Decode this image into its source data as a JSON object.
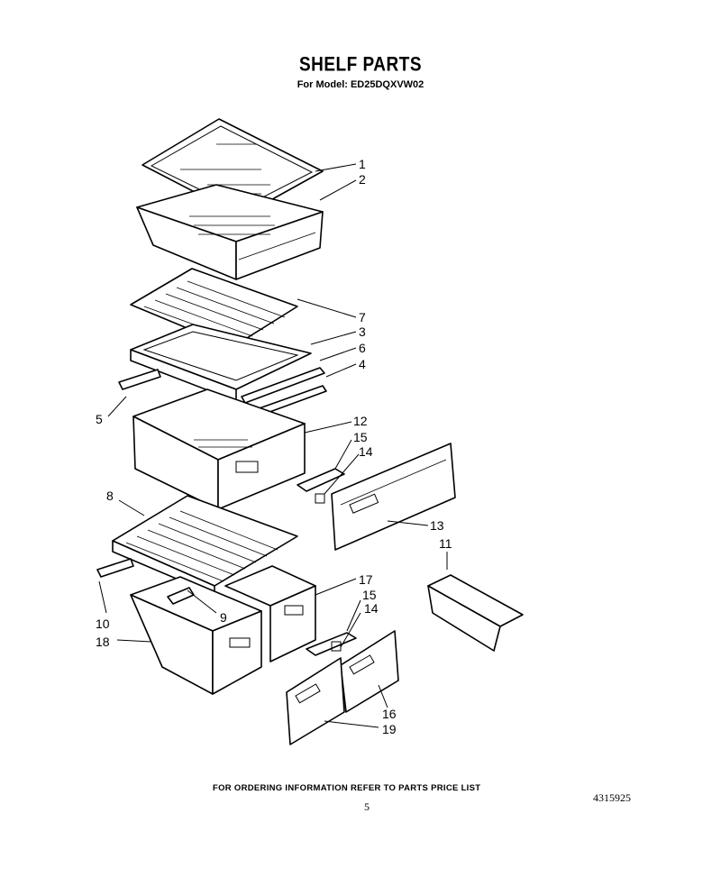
{
  "header": {
    "title": "SHELF PARTS",
    "model": "For Model: ED25DQXVW02"
  },
  "callouts": {
    "c1": "1",
    "c2": "2",
    "c3": "3",
    "c4": "4",
    "c5": "5",
    "c6": "6",
    "c7": "7",
    "c8": "8",
    "c9": "9",
    "c10": "10",
    "c11": "11",
    "c12": "12",
    "c13": "13",
    "c14a": "14",
    "c14b": "14",
    "c15a": "15",
    "c15b": "15",
    "c16": "16",
    "c17": "17",
    "c18": "18",
    "c19": "19"
  },
  "footer": {
    "ordering_note": "FOR ORDERING INFORMATION REFER TO PARTS PRICE LIST",
    "page_number": "5",
    "document_number": "4315925"
  }
}
